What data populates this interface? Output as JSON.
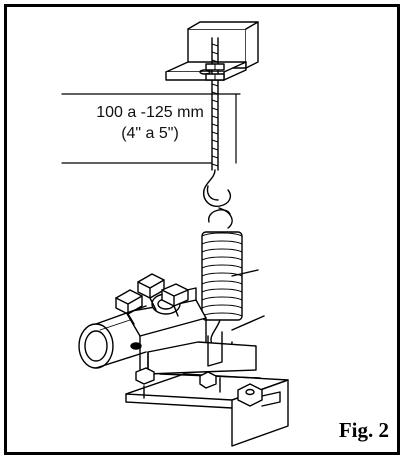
{
  "figure": {
    "measurement_metric": "100 a -125 mm",
    "measurement_imperial": "(4\" a 5\")",
    "caption": "Fig. 2"
  },
  "colors": {
    "line": "#000000",
    "background": "#ffffff"
  }
}
